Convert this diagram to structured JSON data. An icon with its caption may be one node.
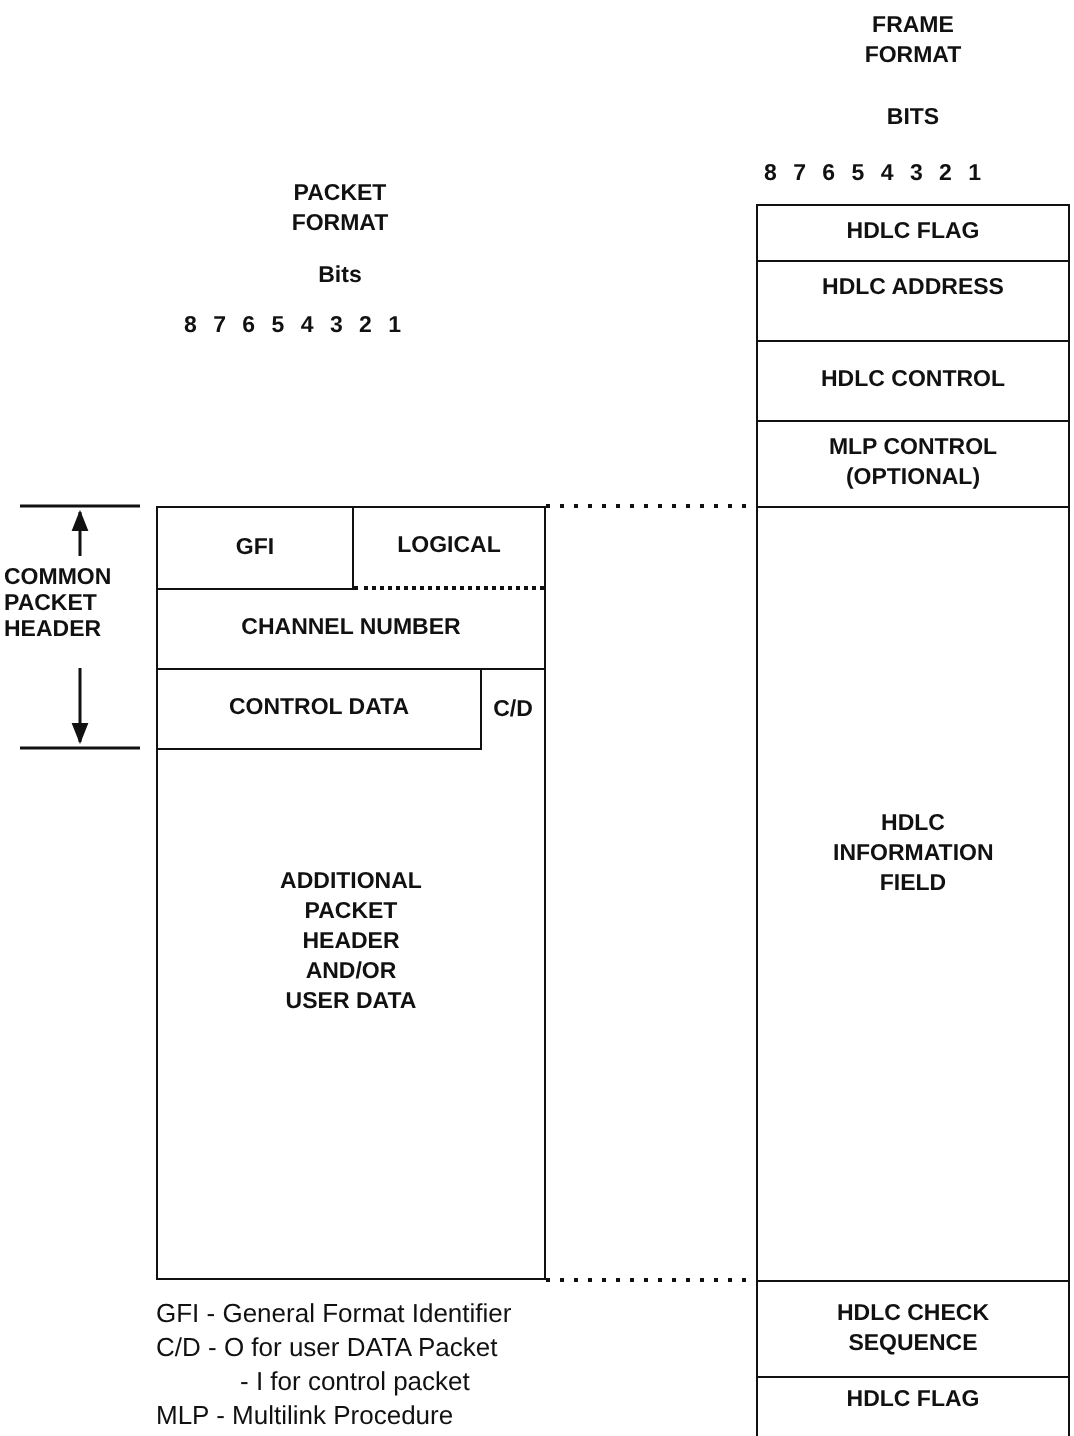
{
  "diagram": {
    "nodes": [
      {
        "text": [],
        "shape": "box"
      },
      {
        "text": [
          "GFI"
        ],
        "in": 0
      },
      {
        "text": [
          "LOGICAL"
        ],
        "in": 0
      },
      {
        "text": [
          "CHANNEL NUMBER"
        ],
        "in": 0
      },
      {
        "text": [
          "CONTROL DATA"
        ],
        "in": 0
      },
      {
        "text": [
          "C/D"
        ],
        "in": 0
      },
      {
        "text": [
          "ADDITIONAL PACKET HEADER AND/OR USER DATA"
        ],
        "in": 0
      },
      {
        "text": [
          "HDLC FLAG"
        ]
      },
      {
        "text": [
          "HDLC ADDRESS"
        ]
      },
      {
        "text": [
          "HDLC CONTROL"
        ]
      },
      {
        "text": [
          "MLP CONTROL (OPTIONAL)"
        ]
      },
      {
        "text": [
          "HDLC INFORMATION FIELD"
        ]
      },
      {
        "text": [
          "HDLC CHECK SEQUENCE"
        ]
      },
      {
        "text": [
          "HDLC FLAG"
        ]
      }
    ],
    "edges": [
      {
        "from": 0,
        "to": 11,
        "arrow": "none",
        "style": "dashed"
      },
      {
        "from": 0,
        "to": 11,
        "arrow": "none",
        "style": "dashed"
      }
    ],
    "labels": [
      "FRAME FORMAT",
      "BITS",
      "8 7 6 5 4 3 2 1",
      "PACKET FORMAT",
      "Bits",
      "8 7 6 5 4 3 2 1",
      "COMMON PACKET HEADER",
      "GFI - General Format Identifier",
      "C/D - O for user DATA Packet",
      "- I for control packet",
      "MLP - Multilink Procedure"
    ]
  }
}
